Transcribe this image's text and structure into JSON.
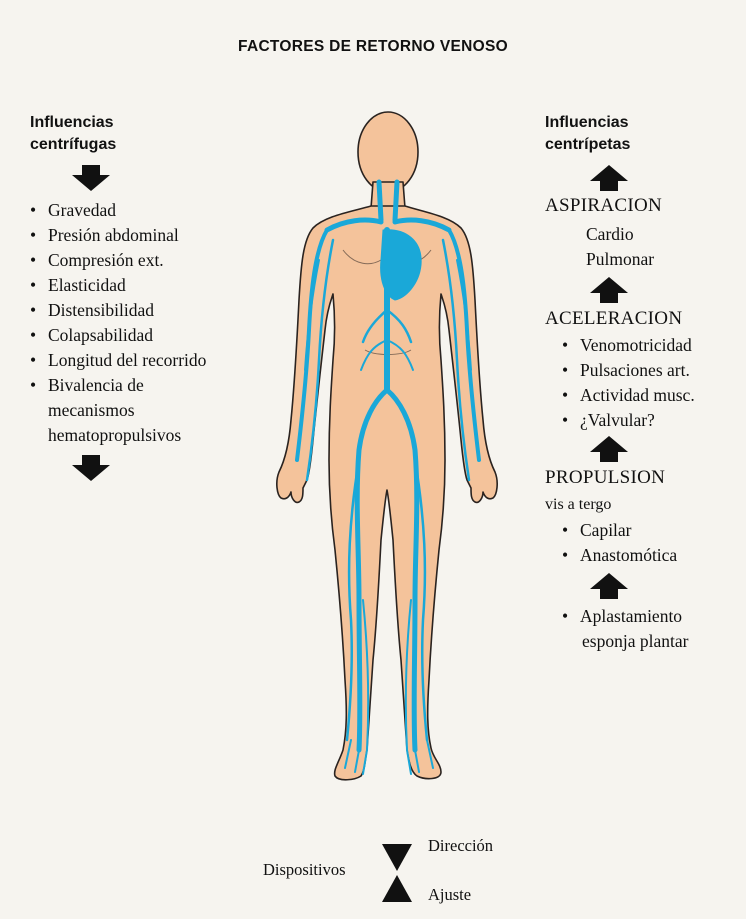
{
  "title": "FACTORES DE RETORNO VENOSO",
  "left": {
    "heading_line1": "Influencias",
    "heading_line2": "centrífugas",
    "items": [
      "Gravedad",
      "Presión abdominal",
      "Compresión ext.",
      "Elasticidad",
      "Distensibilidad",
      "Colapsabilidad",
      "Longitud del recorrido",
      "Bivalencia de mecanismos hematopropulsivos"
    ]
  },
  "right": {
    "heading_line1": "Influencias",
    "heading_line2": "centrípetas",
    "aspiracion": {
      "label": "ASPIRACION",
      "sub1": "Cardio",
      "sub2": "Pulmonar"
    },
    "aceleracion": {
      "label": "ACELERACION",
      "items": [
        "Venomotricidad",
        "Pulsaciones art.",
        "Actividad musc.",
        "¿Valvular?"
      ]
    },
    "propulsion": {
      "label": "PROPULSION",
      "sub": "vis a tergo",
      "items": [
        "Capilar",
        "Anastomótica"
      ]
    },
    "aplastamiento": {
      "line1": "Aplastamiento",
      "line2": "esponja plantar"
    }
  },
  "bottom": {
    "dispositivos": "Dispositivos",
    "direccion": "Dirección",
    "ajuste": "Ajuste"
  },
  "colors": {
    "skin": "#f4c39b",
    "vein": "#1aa8d8",
    "outline": "#2a2320"
  }
}
